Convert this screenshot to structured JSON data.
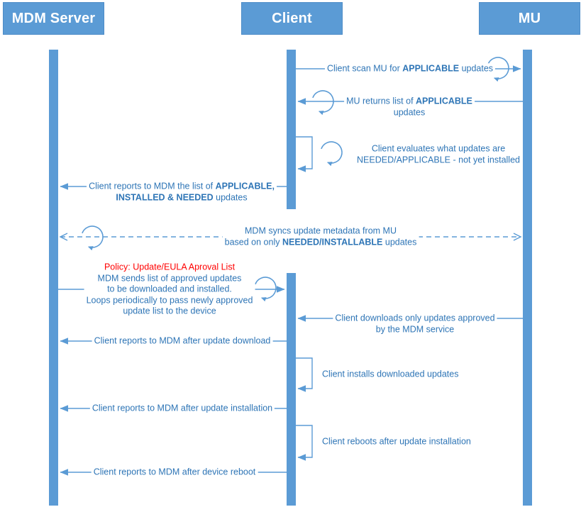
{
  "diagram": {
    "colors": {
      "actor_fill": "#5B9BD5",
      "line": "#5B9BD5",
      "message_text": "#2E75B6",
      "policy_text": "#FF0000"
    },
    "actors": [
      {
        "id": "mdm",
        "label": "MDM Server"
      },
      {
        "id": "client",
        "label": "Client"
      },
      {
        "id": "mu",
        "label": "MU"
      }
    ],
    "messages": [
      {
        "name": "scan-mu",
        "from": "client",
        "to": "mu",
        "lines": [
          {
            "parts": [
              "Client scan MU for ",
              "APPLICABLE",
              " updates"
            ]
          }
        ]
      },
      {
        "name": "return-applicable",
        "from": "mu",
        "to": "client",
        "lines": [
          {
            "parts": [
              "MU returns list of ",
              "APPLICABLE"
            ]
          },
          {
            "parts": [
              "updates"
            ]
          }
        ]
      },
      {
        "name": "evaluate-updates",
        "from": "client",
        "to": "client",
        "lines": [
          {
            "parts": [
              "Client evaluates what updates are"
            ]
          },
          {
            "parts": [
              "NEEDED/APPLICABLE - not yet installed"
            ]
          }
        ]
      },
      {
        "name": "report-list",
        "from": "client",
        "to": "mdm",
        "lines": [
          {
            "parts": [
              "Client reports to MDM the list of ",
              "APPLICABLE,"
            ]
          },
          {
            "parts": [
              "INSTALLED & NEEDED",
              " updates"
            ]
          }
        ]
      },
      {
        "name": "sync-metadata",
        "from": "mdm",
        "to": "mu",
        "lines": [
          {
            "parts": [
              "MDM syncs update metadata from MU"
            ]
          },
          {
            "parts": [
              "based on only ",
              "NEEDED/INSTALLABLE",
              " updates"
            ]
          }
        ]
      },
      {
        "name": "policy-push",
        "from": "mdm",
        "to": "client",
        "title": "Policy: Update/EULA Aproval List",
        "lines": [
          {
            "parts": [
              "MDM sends list of approved updates"
            ]
          },
          {
            "parts": [
              "to be downloaded and installed."
            ]
          },
          {
            "parts": [
              "Loops periodically to pass newly approved"
            ]
          },
          {
            "parts": [
              "update list to the device"
            ]
          }
        ]
      },
      {
        "name": "download-approved",
        "from": "mu",
        "to": "client",
        "lines": [
          {
            "parts": [
              "Client downloads only updates approved"
            ]
          },
          {
            "parts": [
              "by the MDM service"
            ]
          }
        ]
      },
      {
        "name": "report-download",
        "from": "client",
        "to": "mdm",
        "lines": [
          {
            "parts": [
              "Client reports to MDM after update download"
            ]
          }
        ]
      },
      {
        "name": "install-updates",
        "from": "client",
        "to": "client",
        "lines": [
          {
            "parts": [
              "Client installs downloaded updates"
            ]
          }
        ]
      },
      {
        "name": "report-install",
        "from": "client",
        "to": "mdm",
        "lines": [
          {
            "parts": [
              "Client reports to MDM after update installation"
            ]
          }
        ]
      },
      {
        "name": "reboot",
        "from": "client",
        "to": "client",
        "lines": [
          {
            "parts": [
              "Client reboots after update installation"
            ]
          }
        ]
      },
      {
        "name": "report-reboot",
        "from": "client",
        "to": "mdm",
        "lines": [
          {
            "parts": [
              "Client reports to MDM after device reboot"
            ]
          }
        ]
      }
    ]
  }
}
